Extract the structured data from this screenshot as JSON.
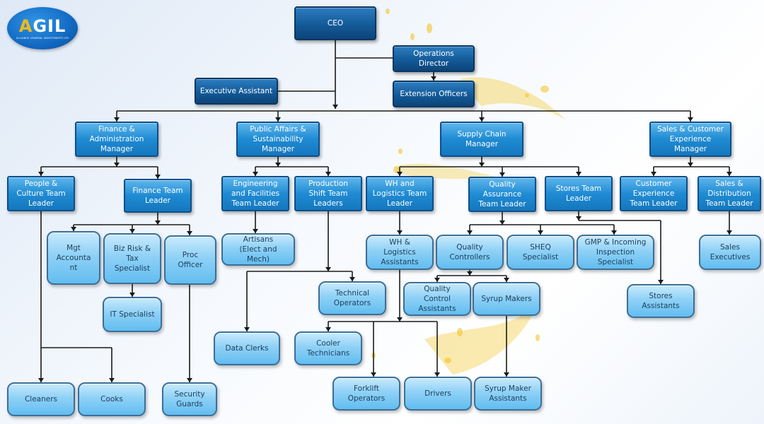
{
  "logo": {
    "wordmark_rest": "GIL",
    "wordmark_accent": "A",
    "tagline": "ALLIANCE GENERAL INVESTMENTS LTD"
  },
  "colors": {
    "dark_box": "#135a98",
    "mid_box": "#1f8bd3",
    "light_box": "#8fd1f6",
    "connector": "#1a1a1a",
    "splash": "#f2c21a"
  },
  "nodes": [
    {
      "id": "ceo",
      "label": "CEO",
      "tier": "dark"
    },
    {
      "id": "ops-director",
      "label": "Operations\nDirector",
      "tier": "dark"
    },
    {
      "id": "exec-assistant",
      "label": "Executive Assistant",
      "tier": "dark"
    },
    {
      "id": "extension-officers",
      "label": "Extension Officers",
      "tier": "dark"
    },
    {
      "id": "finance-admin-mgr",
      "label": "Finance &\nAdministration\nManager",
      "tier": "mid"
    },
    {
      "id": "public-affairs-mgr",
      "label": "Public Affairs &\nSustainability\nManager",
      "tier": "mid"
    },
    {
      "id": "supply-chain-mgr",
      "label": "Supply Chain\nManager",
      "tier": "mid"
    },
    {
      "id": "sales-cx-mgr",
      "label": "Sales & Customer\nExperience\nManager",
      "tier": "mid"
    },
    {
      "id": "people-culture-tl",
      "label": "People &\nCulture Team\nLeader",
      "tier": "mid"
    },
    {
      "id": "finance-tl",
      "label": "Finance Team\nLeader",
      "tier": "mid"
    },
    {
      "id": "eng-facilities-tl",
      "label": "Engineering\nand Facilities\nTeam Leader",
      "tier": "mid"
    },
    {
      "id": "production-shift-tl",
      "label": "Production\nShift Team\nLeaders",
      "tier": "mid"
    },
    {
      "id": "wh-logistics-tl",
      "label": "WH and\nLogistics Team\nLeader",
      "tier": "mid"
    },
    {
      "id": "quality-assurance-tl",
      "label": "Quality\nAssurance\nTeam Leader",
      "tier": "mid"
    },
    {
      "id": "stores-tl",
      "label": "Stores Team\nLeader",
      "tier": "mid"
    },
    {
      "id": "customer-experience-tl",
      "label": "Customer\nExperience\nTeam Leader",
      "tier": "mid"
    },
    {
      "id": "sales-distribution-tl",
      "label": "Sales &\nDistribution\nTeam Leader",
      "tier": "mid"
    },
    {
      "id": "mgt-accountant",
      "label": "Mgt\nAccounta\nnt",
      "tier": "light"
    },
    {
      "id": "biz-risk-tax",
      "label": "Biz Risk &\nTax\nSpecialist",
      "tier": "light"
    },
    {
      "id": "proc-officer",
      "label": "Proc\nOfficer",
      "tier": "light"
    },
    {
      "id": "it-specialist",
      "label": "IT Specialist",
      "tier": "light"
    },
    {
      "id": "artisans",
      "label": "Artisans\n(Elect and\nMech)",
      "tier": "light"
    },
    {
      "id": "wh-logistics-assistants",
      "label": "WH &\nLogistics\nAssistants",
      "tier": "light"
    },
    {
      "id": "quality-controllers",
      "label": "Quality\nControllers",
      "tier": "light"
    },
    {
      "id": "sheq-specialist",
      "label": "SHEQ\nSpecialist",
      "tier": "light"
    },
    {
      "id": "gmp-incoming-inspection",
      "label": "GMP & Incoming\nInspection\nSpecialist",
      "tier": "light"
    },
    {
      "id": "sales-executives",
      "label": "Sales\nExecutives",
      "tier": "light"
    },
    {
      "id": "technical-operators",
      "label": "Technical\nOperators",
      "tier": "light"
    },
    {
      "id": "quality-control-assistants",
      "label": "Quality\nControl\nAssistants",
      "tier": "light"
    },
    {
      "id": "syrup-makers",
      "label": "Syrup Makers",
      "tier": "light"
    },
    {
      "id": "stores-assistants",
      "label": "Stores\nAssistants",
      "tier": "light"
    },
    {
      "id": "data-clerks",
      "label": "Data Clerks",
      "tier": "light"
    },
    {
      "id": "cooler-technicians",
      "label": "Cooler\nTechnicians",
      "tier": "light"
    },
    {
      "id": "cleaners",
      "label": "Cleaners",
      "tier": "light"
    },
    {
      "id": "cooks",
      "label": "Cooks",
      "tier": "light"
    },
    {
      "id": "security-guards",
      "label": "Security\nGuards",
      "tier": "light"
    },
    {
      "id": "forklift-operators",
      "label": "Forklift\nOperators",
      "tier": "light"
    },
    {
      "id": "drivers",
      "label": "Drivers",
      "tier": "light"
    },
    {
      "id": "syrup-maker-assistants",
      "label": "Syrup Maker\nAssistants",
      "tier": "light"
    }
  ]
}
